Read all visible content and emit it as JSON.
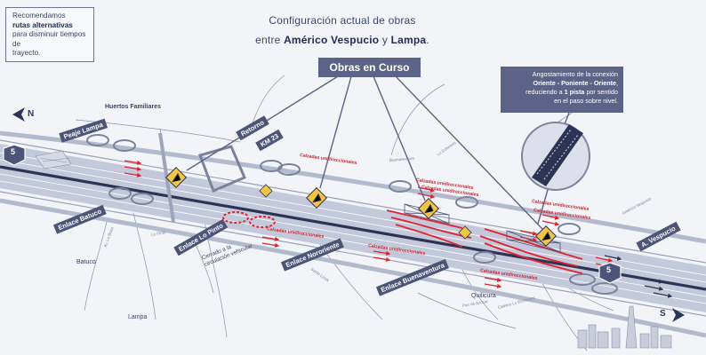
{
  "notice": {
    "line1": "Recomendamos",
    "line2_bold": "rutas alternativas",
    "line3": "para disminuir tiempos de",
    "line4": "trayecto."
  },
  "headline": {
    "line1": "Configuración actual de obras",
    "line2_pre": "entre",
    "line2_place1": "Américo Vespucio",
    "line2_mid": "y",
    "line2_place2": "Lampa",
    "line2_end": "."
  },
  "badge": "Obras en Curso",
  "info_box": {
    "line1": "Angostamiento de la conexión",
    "line2_bold": "Oriente - Poniente - Oriente",
    "line2_end": ",",
    "line3_pre": "reduciendo a",
    "line3_bold": "1 pista",
    "line3_end": "por sentido",
    "line4": "en el paso sobre nivel."
  },
  "route_shield": "5",
  "compass": {
    "north": "N",
    "south": "S"
  },
  "tags": {
    "peaje_lampa": "Peaje Lampa",
    "retorno": "Retorno",
    "km": "KM 23",
    "enlace_batuco": "Enlace Batuco",
    "enlace_lo_pinto": "Enlace Lo Pinto",
    "enlace_nororiente": "Enlace Nororiente",
    "enlace_buenaventura": "Enlace Buenaventura",
    "a_vespucio": "A. Vespucio"
  },
  "labels": {
    "huertos": "Huertos Familiares",
    "batuco": "Batuco",
    "lampa": "Lampa",
    "quilicura": "Quilicura",
    "cerrado_line1": "Cerrado a la",
    "cerrado_line2": "circulación vehicular"
  },
  "lane_notes": [
    "Calzadas unidireccionales",
    "Calzadas unidireccionales",
    "Calzadas unidireccionales",
    "Calzadas unidireccionales",
    "Calzadas unidireccionales",
    "Calzadas unidireccionales",
    "Calzadas unidireccionales",
    "Calzadas unidireccionales"
  ],
  "streets": [
    "Lo Pinto",
    "Av. Lo Boza",
    "Buenaventura",
    "Lo Echevers",
    "Santa Luisa",
    "Pan de Azúcar",
    "Camino Lo Etchevers",
    "Américo Vespucio"
  ],
  "colors": {
    "background": "#f3f4f7",
    "highway": "#bcc2d5",
    "lanes_dark": "#2d3352",
    "works_red": "#e2222d",
    "panel": "#5b6386",
    "sign_yellow": "#f2c544"
  },
  "icons": [
    "north-arrow-icon",
    "south-arrow-icon",
    "route-5-shield-icon",
    "works-sign-icon",
    "cloverleaf-ramp-icon",
    "city-skyline-icon"
  ]
}
